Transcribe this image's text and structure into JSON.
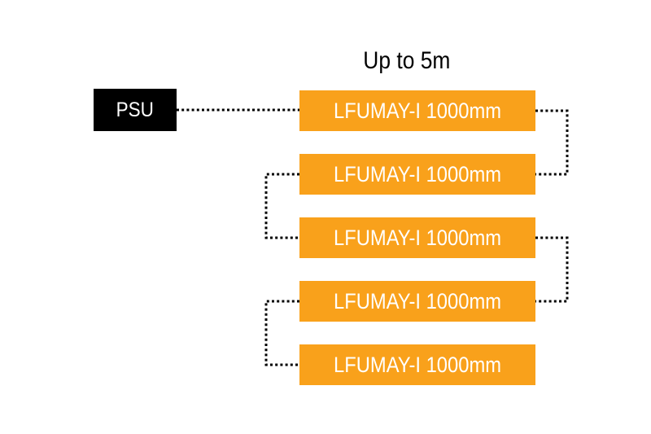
{
  "diagram": {
    "title": "Up to 5m",
    "psu": {
      "label": "PSU"
    },
    "strips": [
      {
        "label": "LFUMAY-I 1000mm"
      },
      {
        "label": "LFUMAY-I 1000mm"
      },
      {
        "label": "LFUMAY-I 1000mm"
      },
      {
        "label": "LFUMAY-I 1000mm"
      },
      {
        "label": "LFUMAY-I 1000mm"
      }
    ],
    "colors": {
      "background": "#FFFFFF",
      "strip_fill": "#F9A11B",
      "strip_text": "#FFFFFF",
      "psu_fill": "#000000",
      "psu_text": "#FFFFFF",
      "connector": "#000000",
      "title_text": "#000000"
    }
  }
}
